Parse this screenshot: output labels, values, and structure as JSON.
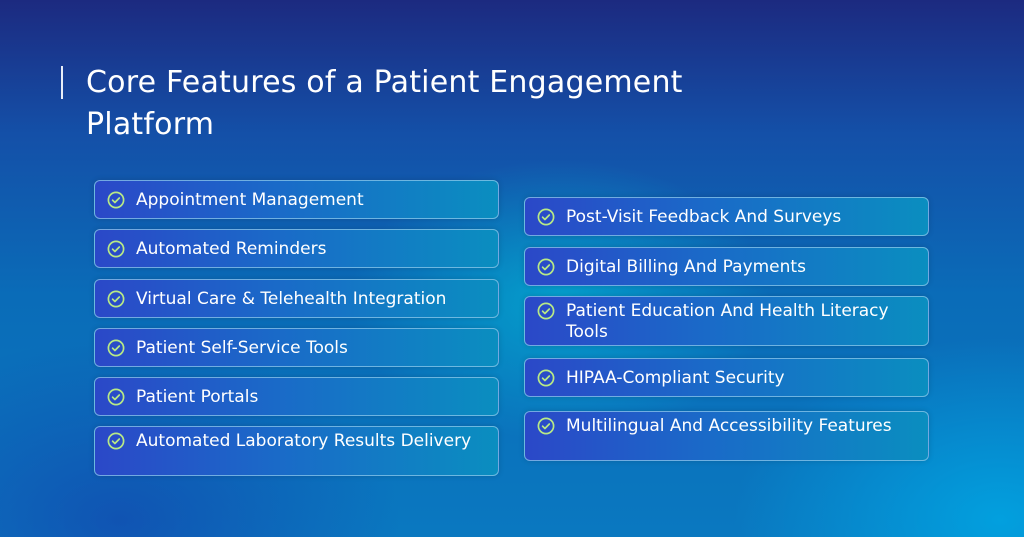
{
  "title": "Core Features of a Patient Engagement Platform",
  "accent_color": "#b8e986",
  "left_features": [
    "Appointment Management",
    "Automated Reminders",
    "Virtual Care & Telehealth Integration",
    "Patient Self-Service Tools",
    "Patient Portals",
    "Automated Laboratory Results Delivery"
  ],
  "right_features": [
    "Post-Visit Feedback And Surveys",
    "Digital Billing And Payments",
    "Patient Education And Health Literacy Tools",
    "HIPAA-Compliant Security",
    "Multilingual And Accessibility Features"
  ]
}
